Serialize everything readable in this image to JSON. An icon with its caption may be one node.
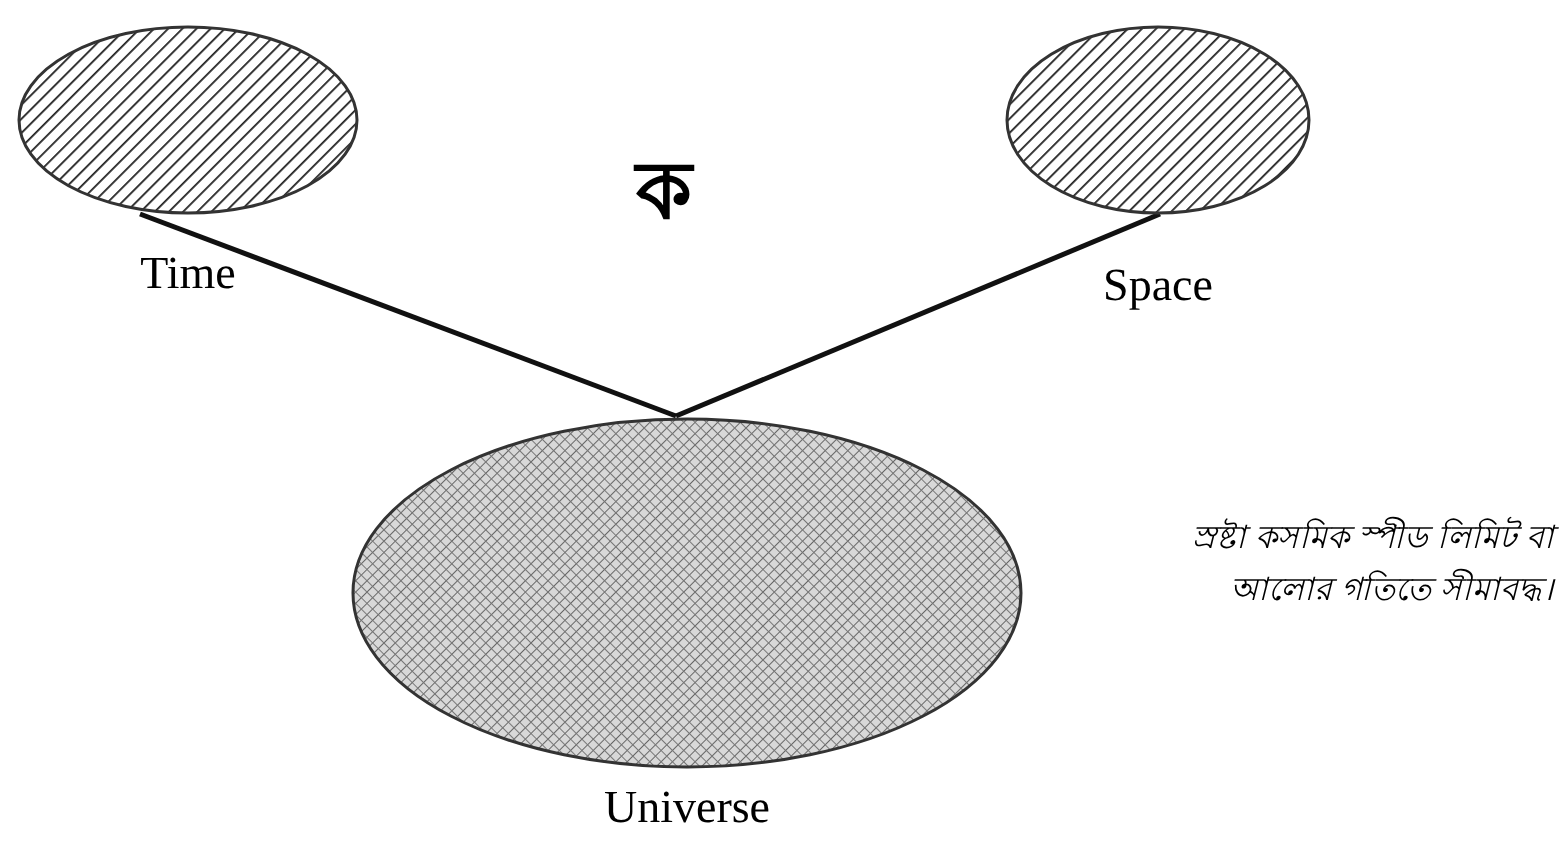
{
  "diagram": {
    "nodes": [
      {
        "text": [
          "Time"
        ]
      },
      {
        "text": [
          "Space"
        ]
      },
      {
        "text": [
          "Universe"
        ]
      }
    ],
    "edges": [
      {
        "from": 0,
        "to": 2,
        "arrow": "none"
      },
      {
        "from": 1,
        "to": 2,
        "arrow": "none"
      }
    ],
    "labels": [
      "ক",
      "স্রষ্টা কসমিক স্পীড লিমিট বা আলোর গতিতে সীমাবদ্ধ।"
    ]
  }
}
